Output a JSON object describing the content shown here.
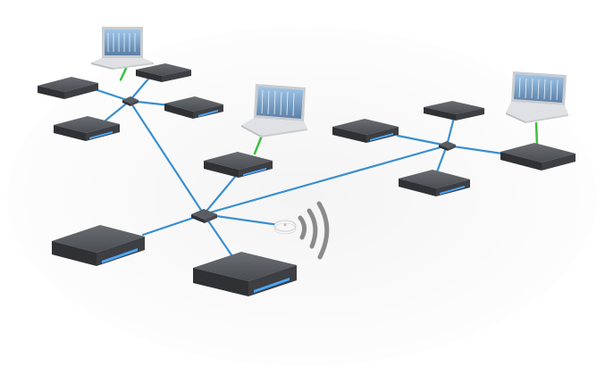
{
  "colors": {
    "background": "#ffffff",
    "ethernet_link": "#3a8fd0",
    "laptop_link": "#3fbf3f",
    "device_body": "#3d3f43",
    "device_top": "#55585d",
    "led_strip": "#4aa8ff",
    "switch_body": "#46484c",
    "wifi_waves": "#8a8a8a"
  },
  "icons": {
    "device": "rack-device-icon",
    "laptop": "laptop-icon",
    "switch": "network-switch-icon",
    "access_point": "wireless-access-point-icon",
    "wifi": "wifi-signal-icon"
  },
  "diagram": {
    "switches": [
      "switch-main",
      "switch-left",
      "switch-right"
    ],
    "devices": [
      "device-left-1",
      "device-left-2",
      "device-left-3",
      "device-left-4",
      "device-center",
      "device-bottom-left",
      "device-bottom-center",
      "device-right-1",
      "device-right-2",
      "device-right-3",
      "device-right-4"
    ],
    "laptops": [
      "laptop-left",
      "laptop-center",
      "laptop-right"
    ],
    "access_points": [
      "access-point"
    ]
  }
}
